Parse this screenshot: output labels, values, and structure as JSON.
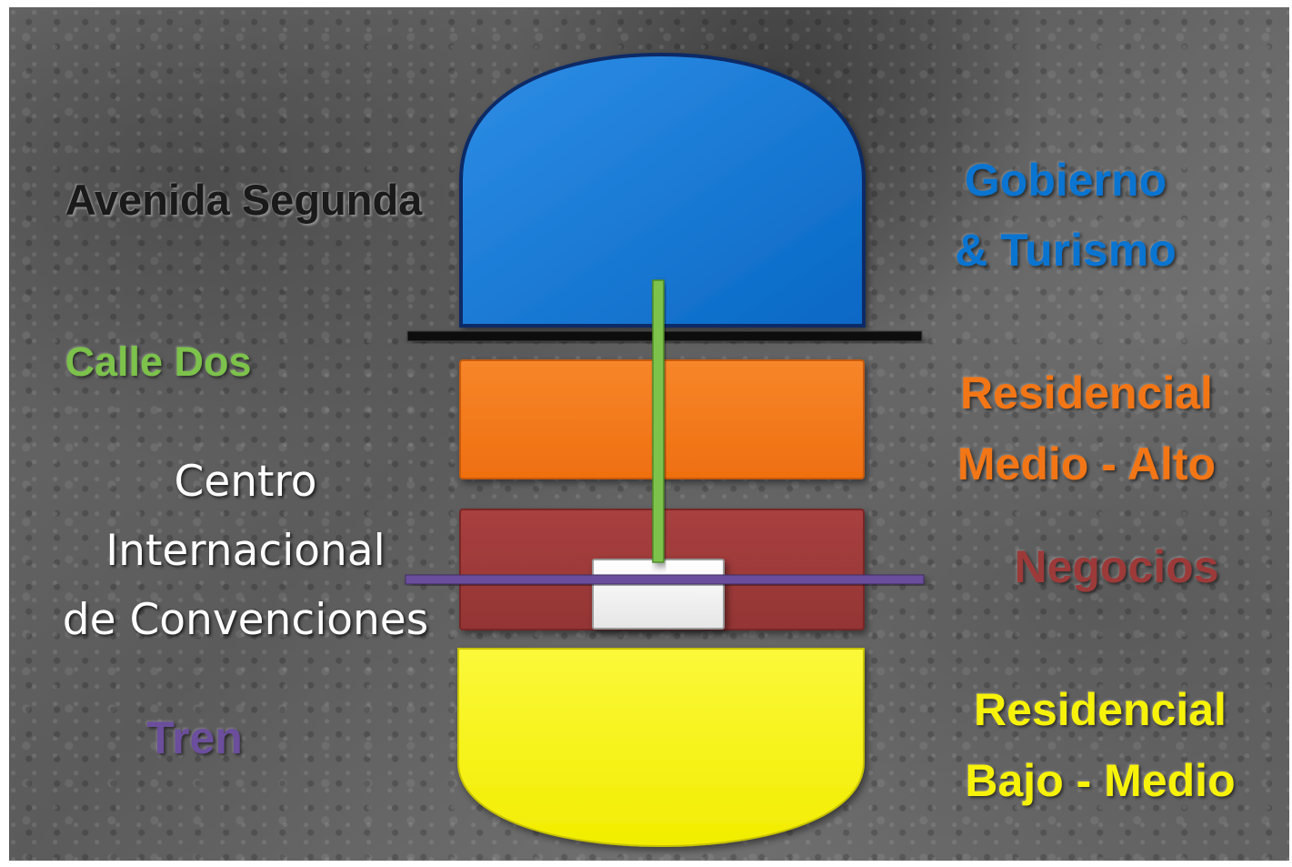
{
  "labels": {
    "avenida": "Avenida Segunda",
    "calle": "Calle Dos",
    "centro": [
      "Centro",
      "Internacional",
      "de Convenciones"
    ],
    "tren": "Tren",
    "gobierno": [
      "Gobierno",
      "& Turismo"
    ],
    "residencial_alto": [
      "Residencial",
      "Medio - Alto"
    ],
    "negocios": "Negocios",
    "residencial_bajo": [
      "Residencial",
      "Bajo - Medio"
    ]
  },
  "colors": {
    "gobierno": "#0a74d1",
    "residencial_alto": "#f37616",
    "negocios": "#9c3a39",
    "residencial_bajo": "#f7f20a",
    "avenida": "#1a1a1a",
    "calle": "#7cc24b",
    "tren": "#6b4e9c",
    "centro": "#ffffff"
  }
}
